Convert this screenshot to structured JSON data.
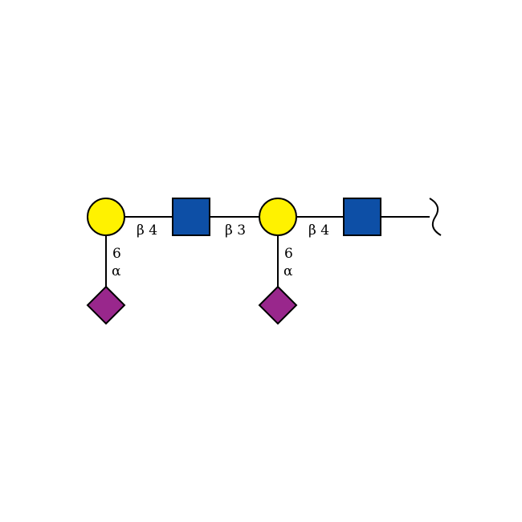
{
  "colors": {
    "galactose": "#FFF200",
    "glcnac": "#0D4FA6",
    "neu5ac": "#99278C",
    "line": "#000000",
    "background": "#FFFFFF"
  },
  "residues": [
    {
      "id": "gal-1",
      "shape": "circle",
      "monosaccharide": "galactose"
    },
    {
      "id": "glcnac-1",
      "shape": "square",
      "monosaccharide": "glcnac"
    },
    {
      "id": "gal-2",
      "shape": "circle",
      "monosaccharide": "galactose"
    },
    {
      "id": "glcnac-2",
      "shape": "square",
      "monosaccharide": "glcnac"
    },
    {
      "id": "neu5ac-1",
      "shape": "diamond",
      "monosaccharide": "neu5ac"
    },
    {
      "id": "neu5ac-2",
      "shape": "diamond",
      "monosaccharide": "neu5ac"
    }
  ],
  "linkages": {
    "gal1_glcnac1": "β 4",
    "glcnac1_gal2": "β 3",
    "gal2_glcnac2": "β 4",
    "neu5ac1_position": "6",
    "neu5ac1_anomer": "α",
    "neu5ac2_position": "6",
    "neu5ac2_anomer": "α"
  }
}
